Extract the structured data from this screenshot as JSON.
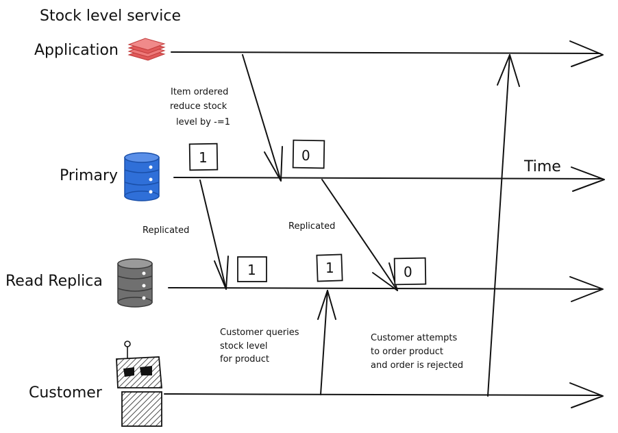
{
  "title": "Stock level service",
  "lanes": {
    "application": "Application",
    "primary": "Primary",
    "replica": "Read Replica",
    "customer": "Customer"
  },
  "time_label": "Time",
  "notes": {
    "item_ordered": [
      "Item ordered",
      "reduce stock",
      "level by -=1"
    ],
    "replicated_1": "Replicated",
    "replicated_2": "Replicated",
    "customer_queries": [
      "Customer queries",
      "stock level",
      "for product"
    ],
    "customer_attempts": [
      "Customer attempts",
      "to order product",
      "and order is rejected"
    ]
  },
  "values": {
    "primary_before": "1",
    "primary_after": "0",
    "replica_a": "1",
    "replica_b": "1",
    "replica_after": "0"
  },
  "icons": {
    "application": "stack-layers-icon",
    "primary": "database-icon",
    "replica": "database-icon",
    "customer": "robot-icon"
  },
  "colors": {
    "application_red": "#e05a5a",
    "primary_blue": "#2f6fd8",
    "replica_gray": "#707070",
    "ink": "#111111"
  }
}
